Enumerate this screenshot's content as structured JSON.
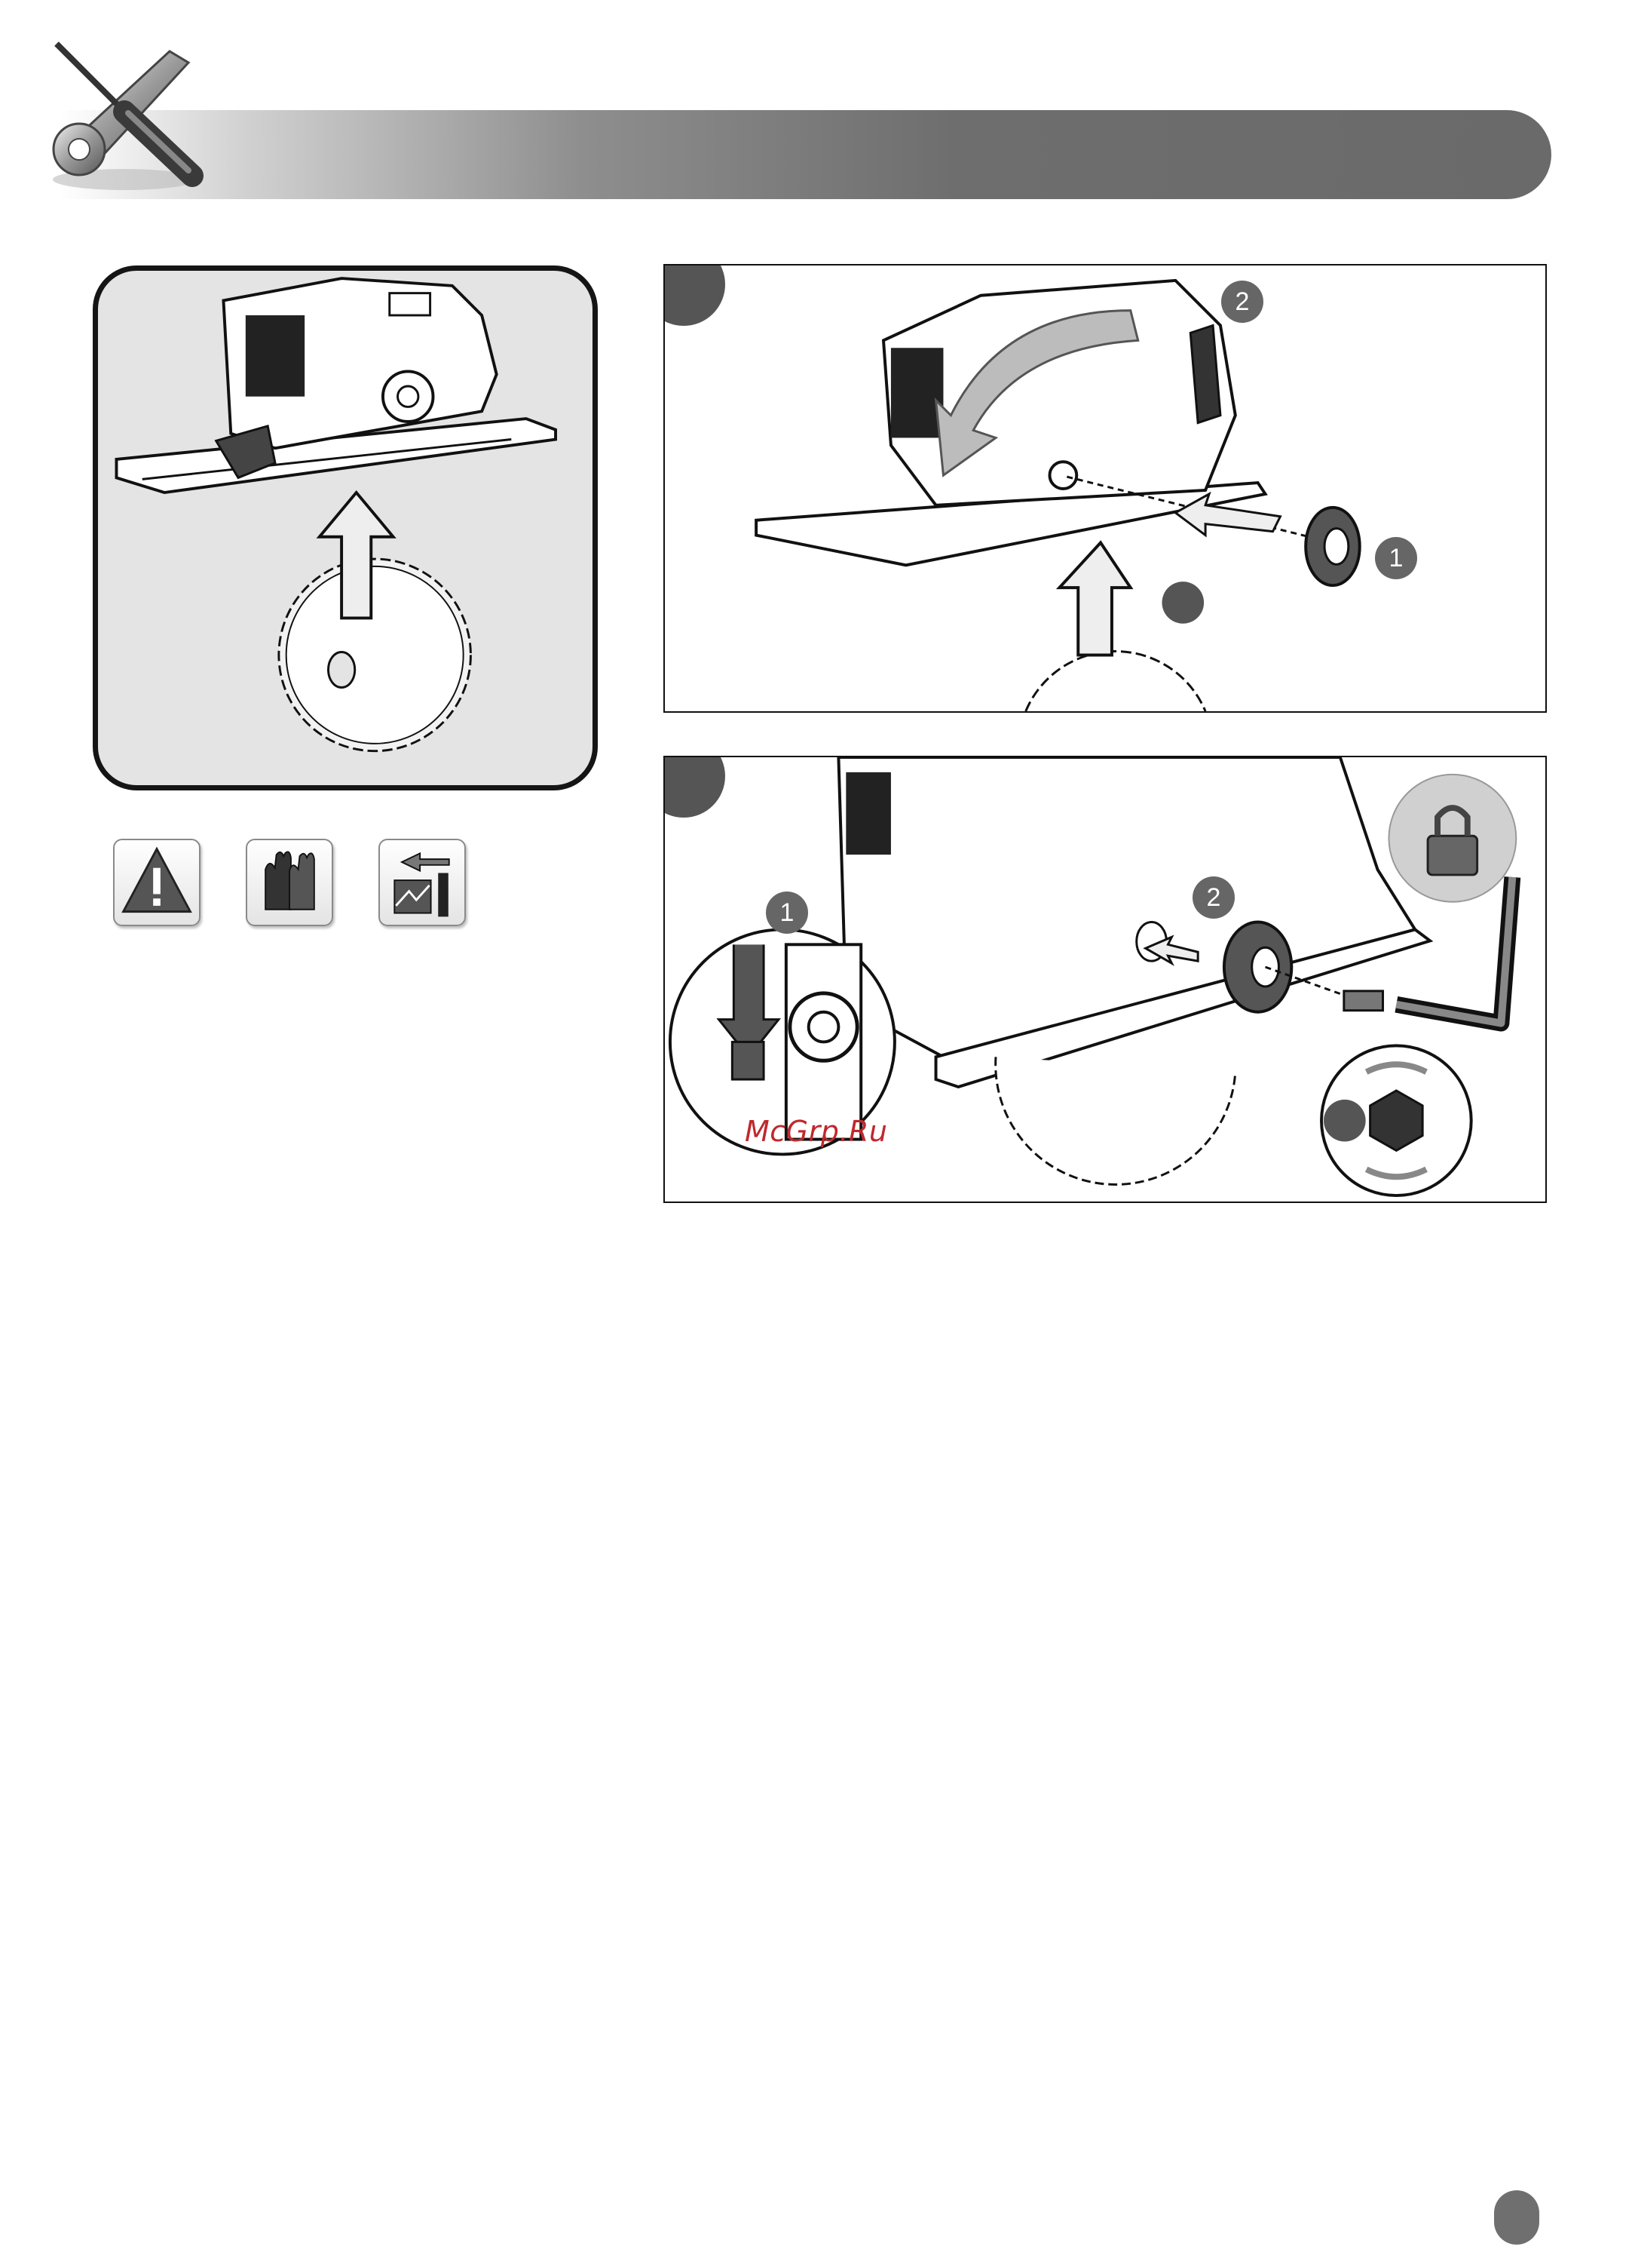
{
  "header": {
    "icon": "tools-icon"
  },
  "panel_b": {
    "step_badges": [
      "2",
      "1"
    ]
  },
  "panel_c": {
    "step_badges": [
      "1",
      "2"
    ],
    "lock_icon": "padlock-icon",
    "tool": "hex-key-icon"
  },
  "icons_row": [
    "warning-icon",
    "gloves-icon",
    "unplug-icon"
  ],
  "watermark": "McGrp.Ru"
}
